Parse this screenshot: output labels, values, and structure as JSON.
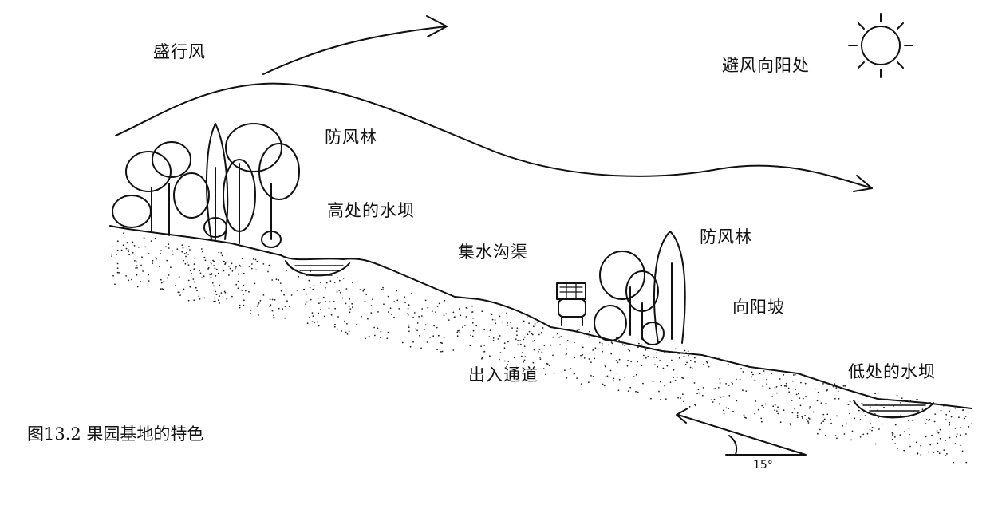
{
  "labels": {
    "prevailing_wind": "盛行风",
    "sheltered_sunny": "避风向阳处",
    "windbreak_upper": "防风林",
    "high_dam": "高处的水坝",
    "swale": "集水沟渠",
    "windbreak_lower": "防风林",
    "sunny_slope": "向阳坡",
    "access_road": "出入通道",
    "low_dam": "低处的水坝",
    "slope_angle": "15°"
  },
  "caption": "图13.2 果园基地的特色",
  "colors": {
    "ink": "#111111",
    "paper": "#ffffff"
  }
}
